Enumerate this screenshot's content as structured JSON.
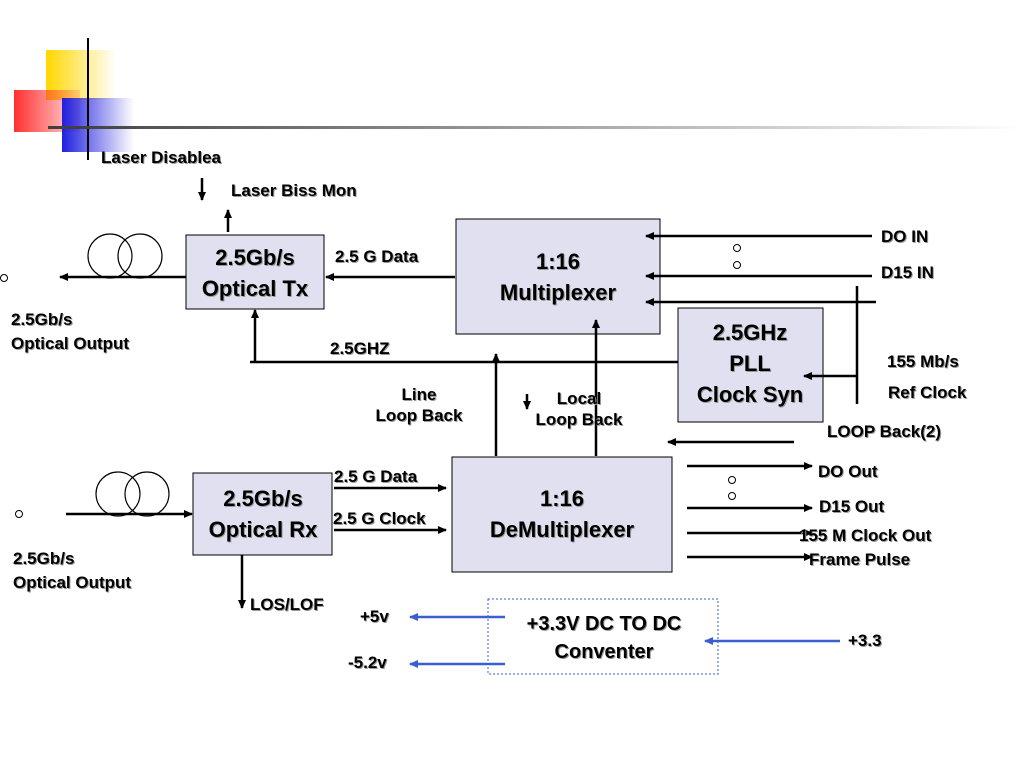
{
  "blocks": {
    "optical_tx": [
      "2.5Gb/s",
      "Optical Tx"
    ],
    "mux": [
      "1:16",
      "Multiplexer"
    ],
    "pll": [
      "2.5GHz",
      "PLL",
      "Clock Syn"
    ],
    "optical_rx": [
      "2.5Gb/s",
      "Optical Rx"
    ],
    "demux": [
      "1:16",
      "DeMultiplexer"
    ],
    "converter": [
      "+3.3V DC TO DC",
      "Conventer"
    ]
  },
  "labels": {
    "laser_disable": "Laser Disablea",
    "laser_bias_mon": "Laser Biss Mon",
    "tx_data": "2.5 G Data",
    "tx_output": [
      "2.5Gb/s",
      "Optical Output"
    ],
    "clock_2_5ghz": "2.5GHZ",
    "line_loop_back": [
      "Line",
      "Loop Back"
    ],
    "local_loop_back": [
      "Local",
      "Loop Back"
    ],
    "do_in": "DO IN",
    "d15_in": "D15 IN",
    "ref_clock": [
      "155 Mb/s",
      "Ref Clock"
    ],
    "loop_back_2": "LOOP Back(2)",
    "rx_data": "2.5 G Data",
    "rx_clock": "2.5 G Clock",
    "rx_output": [
      "2.5Gb/s",
      "Optical Output"
    ],
    "do_out": "DO Out",
    "d15_out": "D15 Out",
    "clock_out": "155 M Clock Out",
    "frame_pulse": "Frame Pulse",
    "los_lof": "LOS/LOF",
    "plus_5v": "+5v",
    "minus_5_2v": "-5.2v",
    "plus_3_3": "+3.3"
  },
  "colors": {
    "block_fill": "#e0e0f0",
    "power_arrow": "#3a5fd0",
    "deco_yellow": "#ffd700",
    "deco_red": "#ff3030",
    "deco_blue": "#2020e0"
  }
}
